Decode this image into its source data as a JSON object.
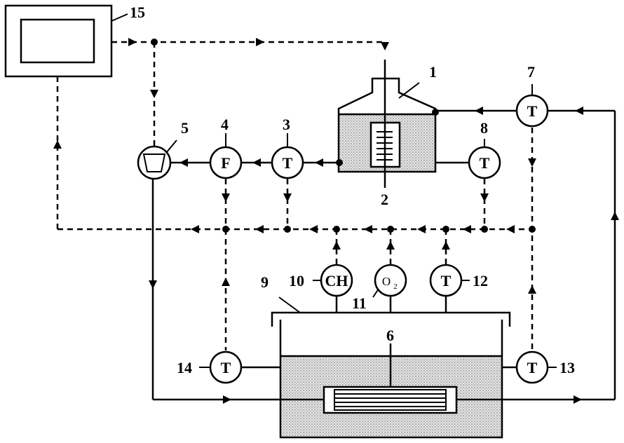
{
  "callouts": {
    "n1": "1",
    "n2": "2",
    "n3": "3",
    "n4": "4",
    "n5": "5",
    "n6": "6",
    "n7": "7",
    "n8": "8",
    "n9": "9",
    "n10": "10",
    "n11": "11",
    "n12": "12",
    "n13": "13",
    "n14": "14",
    "n15": "15"
  },
  "sensors": {
    "t3": "T",
    "f4": "F",
    "t7": "T",
    "t8": "T",
    "ch10": "CH",
    "o2_11_base": "O",
    "o2_11_sub": "2",
    "t12": "T",
    "t13": "T",
    "t14": "T"
  },
  "colors": {
    "line": "#000000",
    "fill_stipple": "#b5b5b5",
    "background": "#ffffff"
  }
}
